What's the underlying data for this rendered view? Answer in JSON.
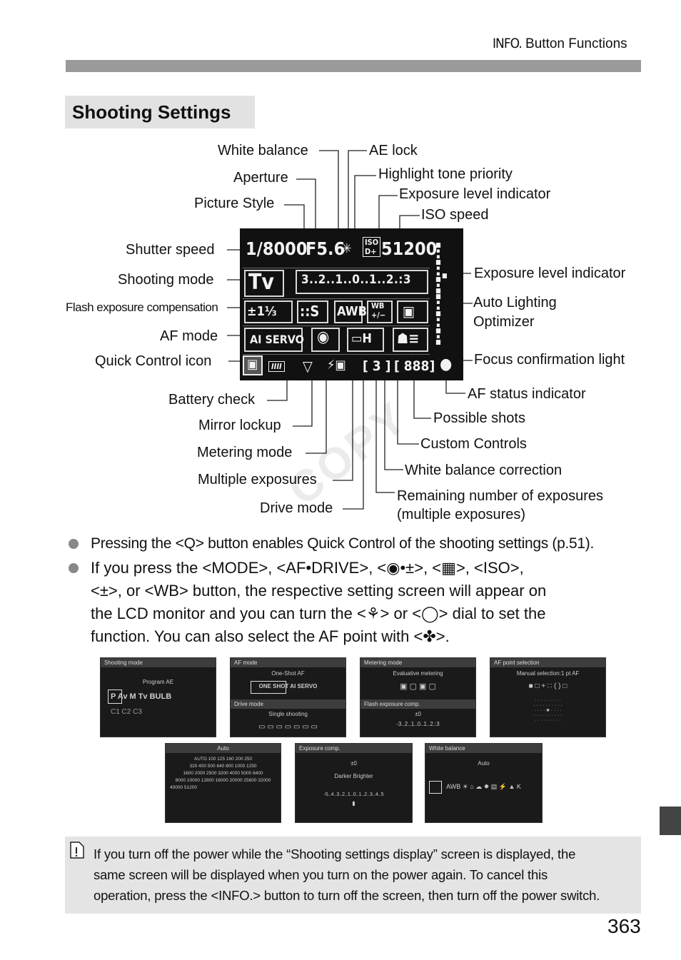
{
  "header": {
    "info_glyph": "INFO.",
    "title": "Button Functions"
  },
  "section_title": "Shooting Settings",
  "callouts": {
    "white_balance": "White balance",
    "ae_lock": "AE lock",
    "aperture": "Aperture",
    "highlight_tone_priority": "Highlight tone priority",
    "exposure_level_indicator_top": "Exposure level indicator",
    "picture_style": "Picture Style",
    "iso_speed": "ISO speed",
    "shutter_speed": "Shutter speed",
    "shooting_mode": "Shooting mode",
    "exposure_level_indicator_right": "Exposure level indicator",
    "flash_exposure_compensation": "Flash exposure compensation",
    "auto_lighting_optimizer_1": "Auto Lighting",
    "auto_lighting_optimizer_2": "Optimizer",
    "af_mode": "AF mode",
    "quick_control_icon": "Quick Control icon",
    "focus_confirmation_light": "Focus confirmation light",
    "battery_check": "Battery check",
    "af_status_indicator": "AF status indicator",
    "possible_shots": "Possible shots",
    "mirror_lockup": "Mirror lockup",
    "custom_controls": "Custom Controls",
    "metering_mode": "Metering mode",
    "white_balance_correction": "White balance correction",
    "multiple_exposures": "Multiple exposures",
    "remaining_exposures_1": "Remaining number of exposures",
    "remaining_exposures_2": "(multiple exposures)",
    "drive_mode": "Drive mode"
  },
  "lcd": {
    "shutter": "1/8000",
    "aperture": "F5.6",
    "ae_lock": "✳",
    "iso_badge_top": "ISO",
    "iso_badge_bottom": "D+",
    "iso": "51200",
    "mode": "Tv",
    "scale": "3..2..1..0..1..2.:3",
    "flash_comp": "±1⅓",
    "picture_style": "S",
    "wb": "AWB",
    "wb_shift_top": "WB",
    "wb_shift_bottom": "+/−",
    "af_mode": "AI SERVO",
    "drive_h": "H",
    "battery": "IIII",
    "multi_exp": "[ 3 ]",
    "shots": "[ 888]"
  },
  "bullets": {
    "b1": "Pressing the <Q> button enables Quick Control of the shooting settings (p.51).",
    "b2_l1": "If you press the <MODE>, <AF•DRIVE>, <◉•±>, <▦>, <ISO>,",
    "b2_l2": "<±>, or <WB> button, the respective setting screen will appear on",
    "b2_l3": "the LCD monitor and you can turn the <⚘> or <◯> dial to set the",
    "b2_l4": "function. You can also select the AF point with <✤>."
  },
  "screens": {
    "s1": {
      "title": "Shooting mode",
      "row1": "Program AE",
      "row2": "P   Av   M   Tv  BULB",
      "row3": "C1  C2  C3"
    },
    "s2": {
      "title": "AF mode",
      "row1": "One-Shot AF",
      "row2": "ONE SHOT   AI SERVO",
      "row3": "Drive mode",
      "row4": "Single shooting"
    },
    "s3": {
      "title": "Metering mode",
      "row1": "Evaluative metering",
      "row2": "▣   ▢   ▣   ▢",
      "row3": "Flash exposure comp.",
      "row4": "±0",
      "row5": "-3..2..1..0..1..2.:3"
    },
    "s4": {
      "title": "AF point selection",
      "row1": "Manual selection:1 pt AF",
      "row2": "■  □  +  ∷  ( )  □"
    },
    "s5": {
      "title": "Auto",
      "row1": "AUTO 100 125 160 200 250",
      "row2": "320 400 500 640 800 1000 1250",
      "row3": "1600 2000 2500 3200 4000 5000 6400",
      "row4": "8000 10000 12800 16000 20000 25600 32000",
      "row5": "40000 51200"
    },
    "s6": {
      "title": "Exposure comp.",
      "row1": "±0",
      "row2": "Darker        Brighter",
      "row3": "-5..4..3..2..1..0..1..2..3..4..5"
    },
    "s7": {
      "title": "White balance",
      "row1": "Auto",
      "row2": "AWB ☀ ⌂ ☁ ✹ ▤ ⚡ ▲ K"
    }
  },
  "note": {
    "l1": "If you turn off the power while the “Shooting settings display” screen is displayed, the",
    "l2": "same screen will be displayed when you turn on the power again. To cancel this",
    "l3": "operation, press the <INFO.> button to turn off the screen, then turn off the power switch."
  },
  "watermark": "COPY",
  "page_number": "363"
}
